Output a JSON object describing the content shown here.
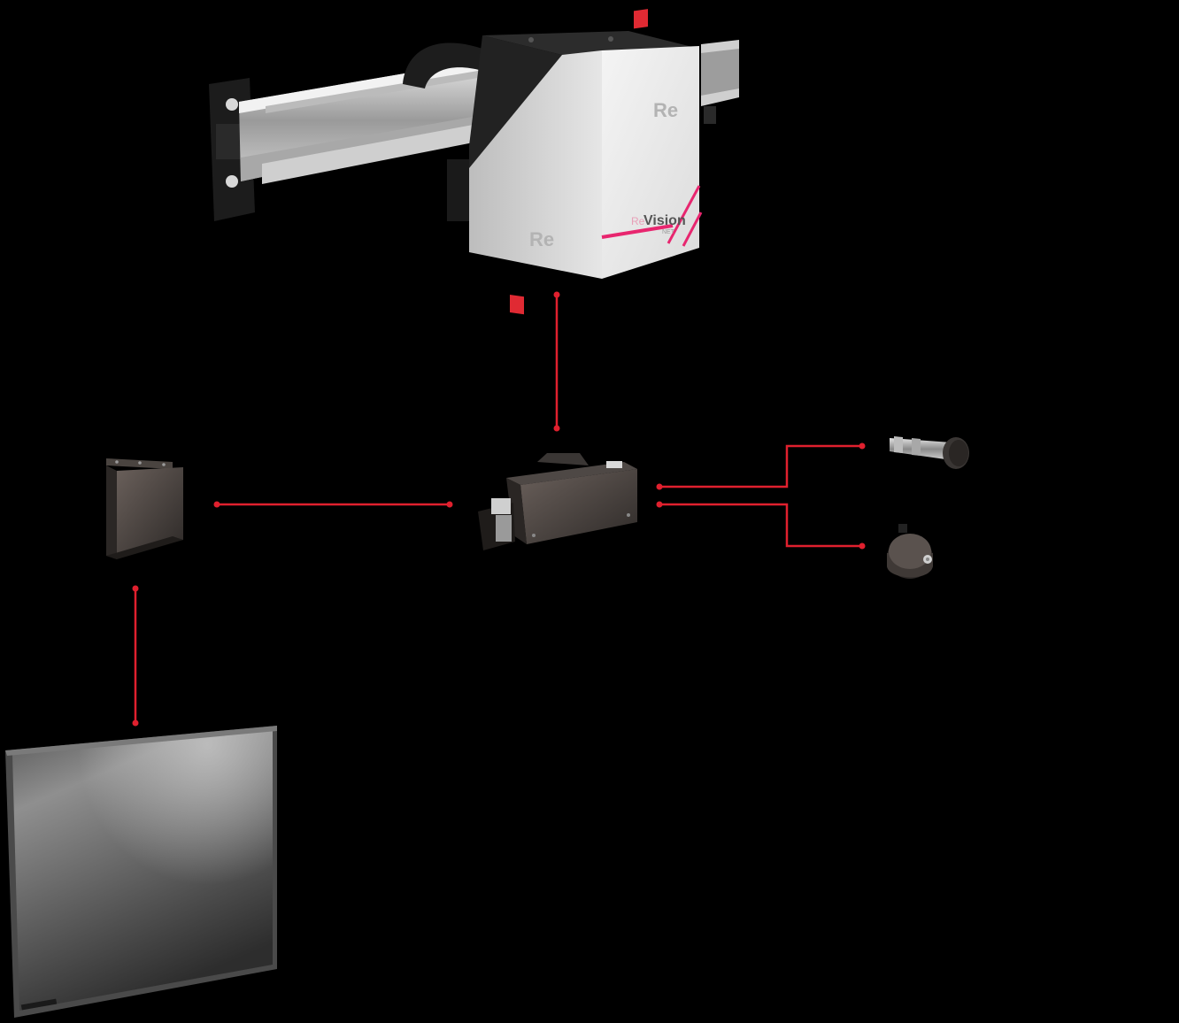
{
  "diagram": {
    "accent_color": "#e0202e",
    "background_color": "#000000",
    "camera_unit": {
      "icon": "camera-scanner-unit-icon",
      "brand_top": "Re",
      "brand_bottom": "Re",
      "product_name_prefix": "Re",
      "product_name": "Vision",
      "product_suffix": "NET"
    },
    "controller": {
      "icon": "controller-box-icon"
    },
    "interface_box": {
      "icon": "interface-box-icon"
    },
    "sensor": {
      "icon": "proximity-sensor-icon"
    },
    "encoder": {
      "icon": "rotary-encoder-icon"
    },
    "monitor": {
      "icon": "monitor-display-icon"
    }
  }
}
